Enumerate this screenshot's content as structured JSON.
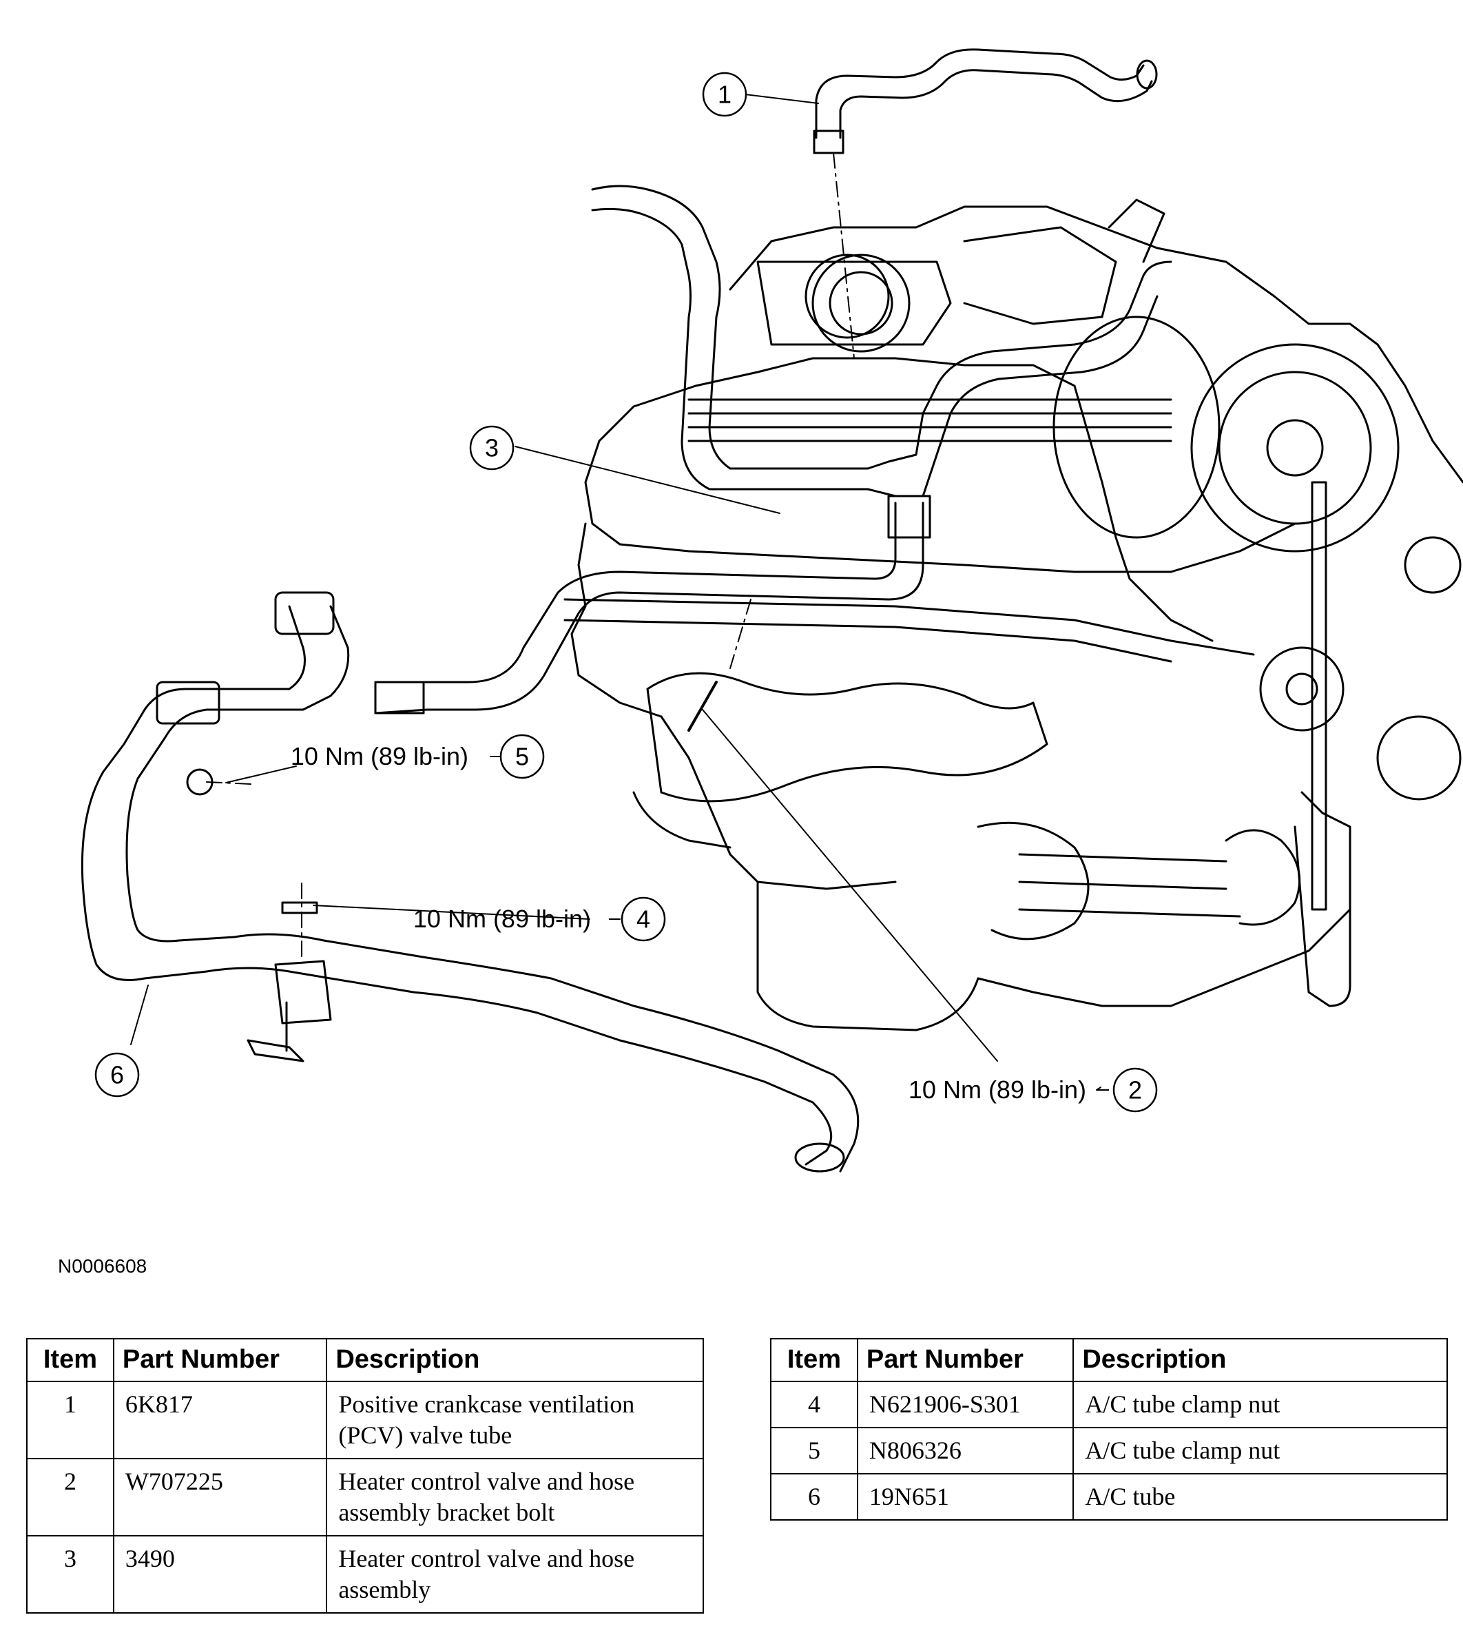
{
  "figure_id": "N0006608",
  "callouts": [
    {
      "num": "1",
      "label": ""
    },
    {
      "num": "2",
      "label": "10 Nm (89 lb-in)"
    },
    {
      "num": "3",
      "label": ""
    },
    {
      "num": "4",
      "label": "10 Nm (89 lb-in)"
    },
    {
      "num": "5",
      "label": "10 Nm (89 lb-in)"
    },
    {
      "num": "6",
      "label": ""
    }
  ],
  "table": {
    "headers": {
      "item": "Item",
      "part_number": "Part Number",
      "description": "Description"
    },
    "rows": [
      {
        "item": "1",
        "part_number": "6K817",
        "description": "Positive crankcase ventilation (PCV) valve tube"
      },
      {
        "item": "2",
        "part_number": "W707225",
        "description": "Heater control valve and hose assembly bracket bolt"
      },
      {
        "item": "3",
        "part_number": "3490",
        "description": "Heater control valve and hose assembly"
      },
      {
        "item": "4",
        "part_number": "N621906-S301",
        "description": "A/C tube clamp nut"
      },
      {
        "item": "5",
        "part_number": "N806326",
        "description": "A/C tube clamp nut"
      },
      {
        "item": "6",
        "part_number": "19N651",
        "description": "A/C tube"
      }
    ]
  }
}
